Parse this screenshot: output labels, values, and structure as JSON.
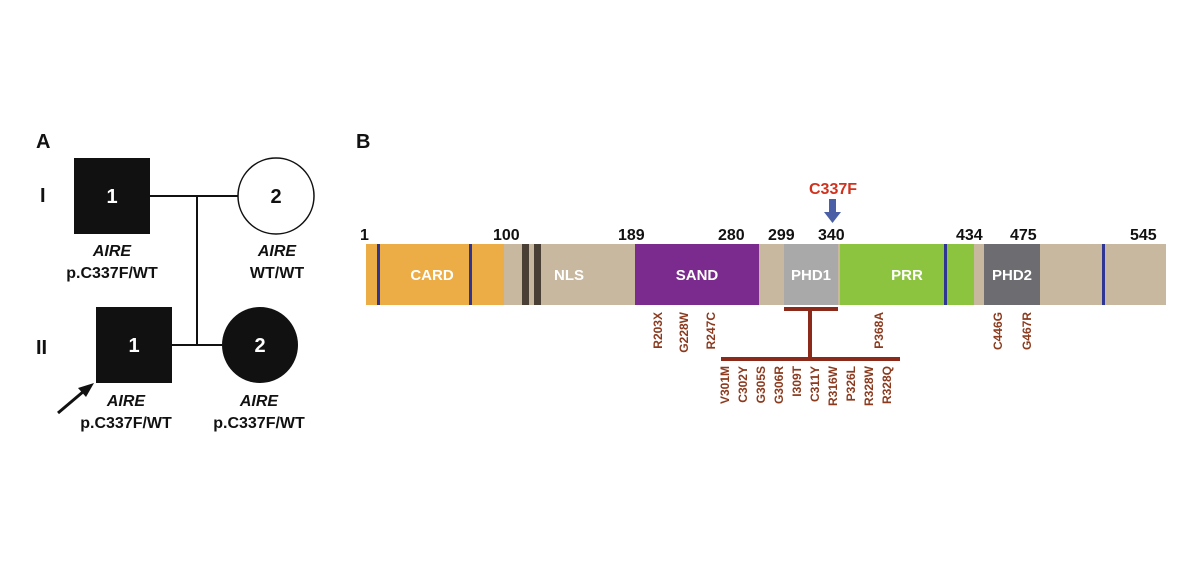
{
  "panels": {
    "a": "A",
    "b": "B"
  },
  "pedigree": {
    "generations": [
      "I",
      "II"
    ],
    "members": {
      "father": {
        "number": "1",
        "gene": "AIRE",
        "genotype": "p.C337F/WT"
      },
      "mother": {
        "number": "2",
        "gene": "AIRE",
        "genotype": "WT/WT"
      },
      "son": {
        "number": "1",
        "gene": "AIRE",
        "genotype": "p.C337F/WT"
      },
      "daughter": {
        "number": "2",
        "gene": "AIRE",
        "genotype": "p.C337F/WT"
      }
    }
  },
  "protein": {
    "highlight_mutation": "C337F",
    "positions": [
      "1",
      "100",
      "189",
      "280",
      "299",
      "340",
      "434",
      "475",
      "545"
    ],
    "domains": [
      "CARD",
      "NLS",
      "SAND",
      "PHD1",
      "PRR",
      "PHD2"
    ],
    "mutations_sand": [
      "R203X",
      "G228W",
      "R247C"
    ],
    "mutations_phd1": [
      "V301M",
      "C302Y",
      "G305S",
      "G306R",
      "I309T",
      "C311Y",
      "R316W",
      "P326L",
      "R328W",
      "R328Q"
    ],
    "mutation_prr": "P368A",
    "mutations_phd2": [
      "C446G",
      "G467R"
    ]
  },
  "colors": {
    "card": "#ecad46",
    "nls": "#c7b89f",
    "sand": "#7b2a8d",
    "phd1": "#a9a9a9",
    "prr": "#8cc43f",
    "phd2": "#6d6c70",
    "mutation_text": "#8b3a1e",
    "mutation_highlight": "#d0321e",
    "bracket": "#8b2a1a"
  }
}
